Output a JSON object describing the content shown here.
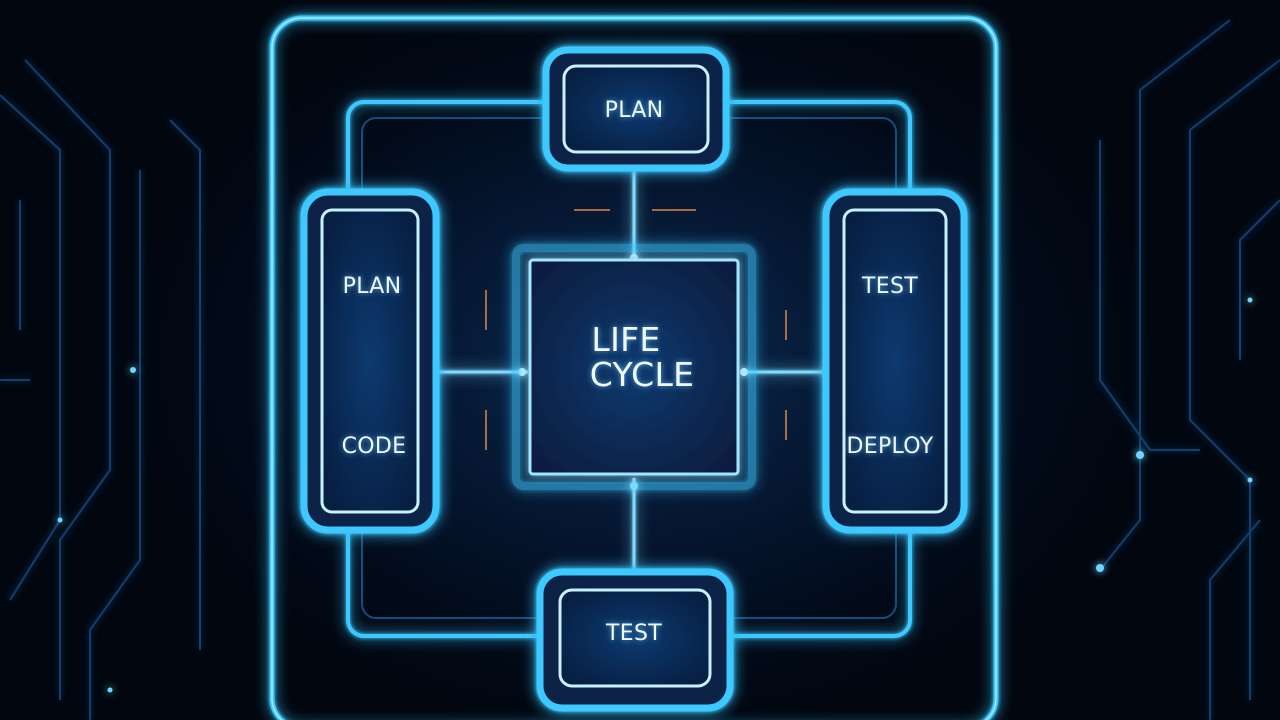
{
  "colors": {
    "background": "#020b1a",
    "neon": "#3ec8ff",
    "neon_core": "#c8f1ff",
    "panel_fill": "#0a2f5c",
    "label_text": "#f2f8ff"
  },
  "diagram": {
    "center": {
      "line1": "LIFE",
      "line2": "CYCLE"
    },
    "top_box": {
      "label": "PLAN"
    },
    "bottom_box": {
      "label": "TEST"
    },
    "left_panel": {
      "top_label": "PLAN",
      "bottom_label": "CODE"
    },
    "right_panel": {
      "top_label": "TEST",
      "bottom_label": "DEPLOY"
    }
  }
}
